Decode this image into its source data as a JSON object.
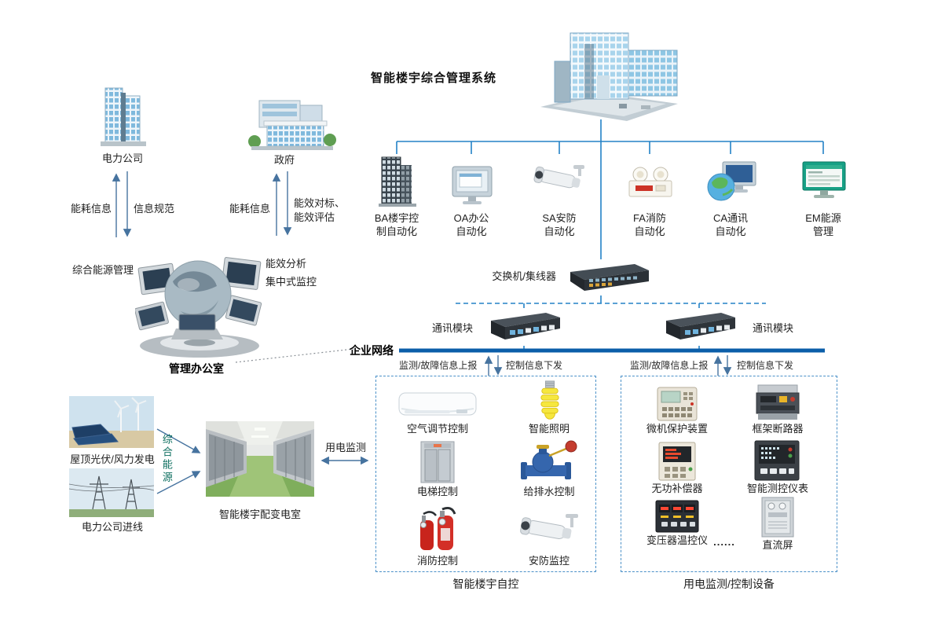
{
  "colors": {
    "connector_blue": "#2382c6",
    "backbone_blue": "#0b5ea9",
    "box_border_blue": "#4a90c8",
    "arrow_steel": "#46739f",
    "energy_teal": "#0c6e5f"
  },
  "header": {
    "title": "智能楼宇综合管理系统"
  },
  "subsystems": [
    {
      "line1": "BA楼宇控",
      "line2": "制自动化"
    },
    {
      "line1": "OA办公",
      "line2": "自动化"
    },
    {
      "line1": "SA安防",
      "line2": "自动化"
    },
    {
      "line1": "FA消防",
      "line2": "自动化"
    },
    {
      "line1": "CA通讯",
      "line2": "自动化"
    },
    {
      "line1": "EM能源",
      "line2": "管理"
    }
  ],
  "network": {
    "switch_label": "交换机/集线器",
    "comm_module_left_label": "通讯模块",
    "comm_module_right_label": "通讯模块",
    "enterprise_network_label": "企业网络"
  },
  "flow_labels": {
    "left_report": "监测/故障信息上报",
    "left_control": "控制信息下发",
    "right_report": "监测/故障信息上报",
    "right_control": "控制信息下发"
  },
  "external": {
    "power_company": "电力公司",
    "government": "政府",
    "power_up_label": "能耗信息",
    "power_down_label": "信息规范",
    "gov_up_label": "能耗信息",
    "gov_down_label_line1": "能效对标、",
    "gov_down_label_line2": "能效评估",
    "integrated_energy_mgmt": "综合能源管理",
    "efficiency_analysis": "能效分析",
    "central_monitoring": "集中式监控",
    "office_label": "管理办公室"
  },
  "power_supply": {
    "pv_wind_label": "屋顶光伏/风力发电",
    "incoming_label": "电力公司进线",
    "integrated_energy": "综合能源",
    "substation_label": "智能楼宇配变电室",
    "monitor_label": "用电监测"
  },
  "building_box": {
    "title": "智能楼宇自控",
    "items": [
      {
        "label": "空气调节控制"
      },
      {
        "label": "智能照明"
      },
      {
        "label": "电梯控制"
      },
      {
        "label": "给排水控制"
      },
      {
        "label": "消防控制"
      },
      {
        "label": "安防监控"
      }
    ]
  },
  "device_box": {
    "title": "用电监测/控制设备",
    "items": [
      {
        "label": "微机保护装置"
      },
      {
        "label": "框架断路器"
      },
      {
        "label": "无功补偿器"
      },
      {
        "label": "智能测控仪表"
      },
      {
        "label": "变压器温控仪"
      },
      {
        "label": "直流屏"
      }
    ],
    "dots": "......"
  }
}
